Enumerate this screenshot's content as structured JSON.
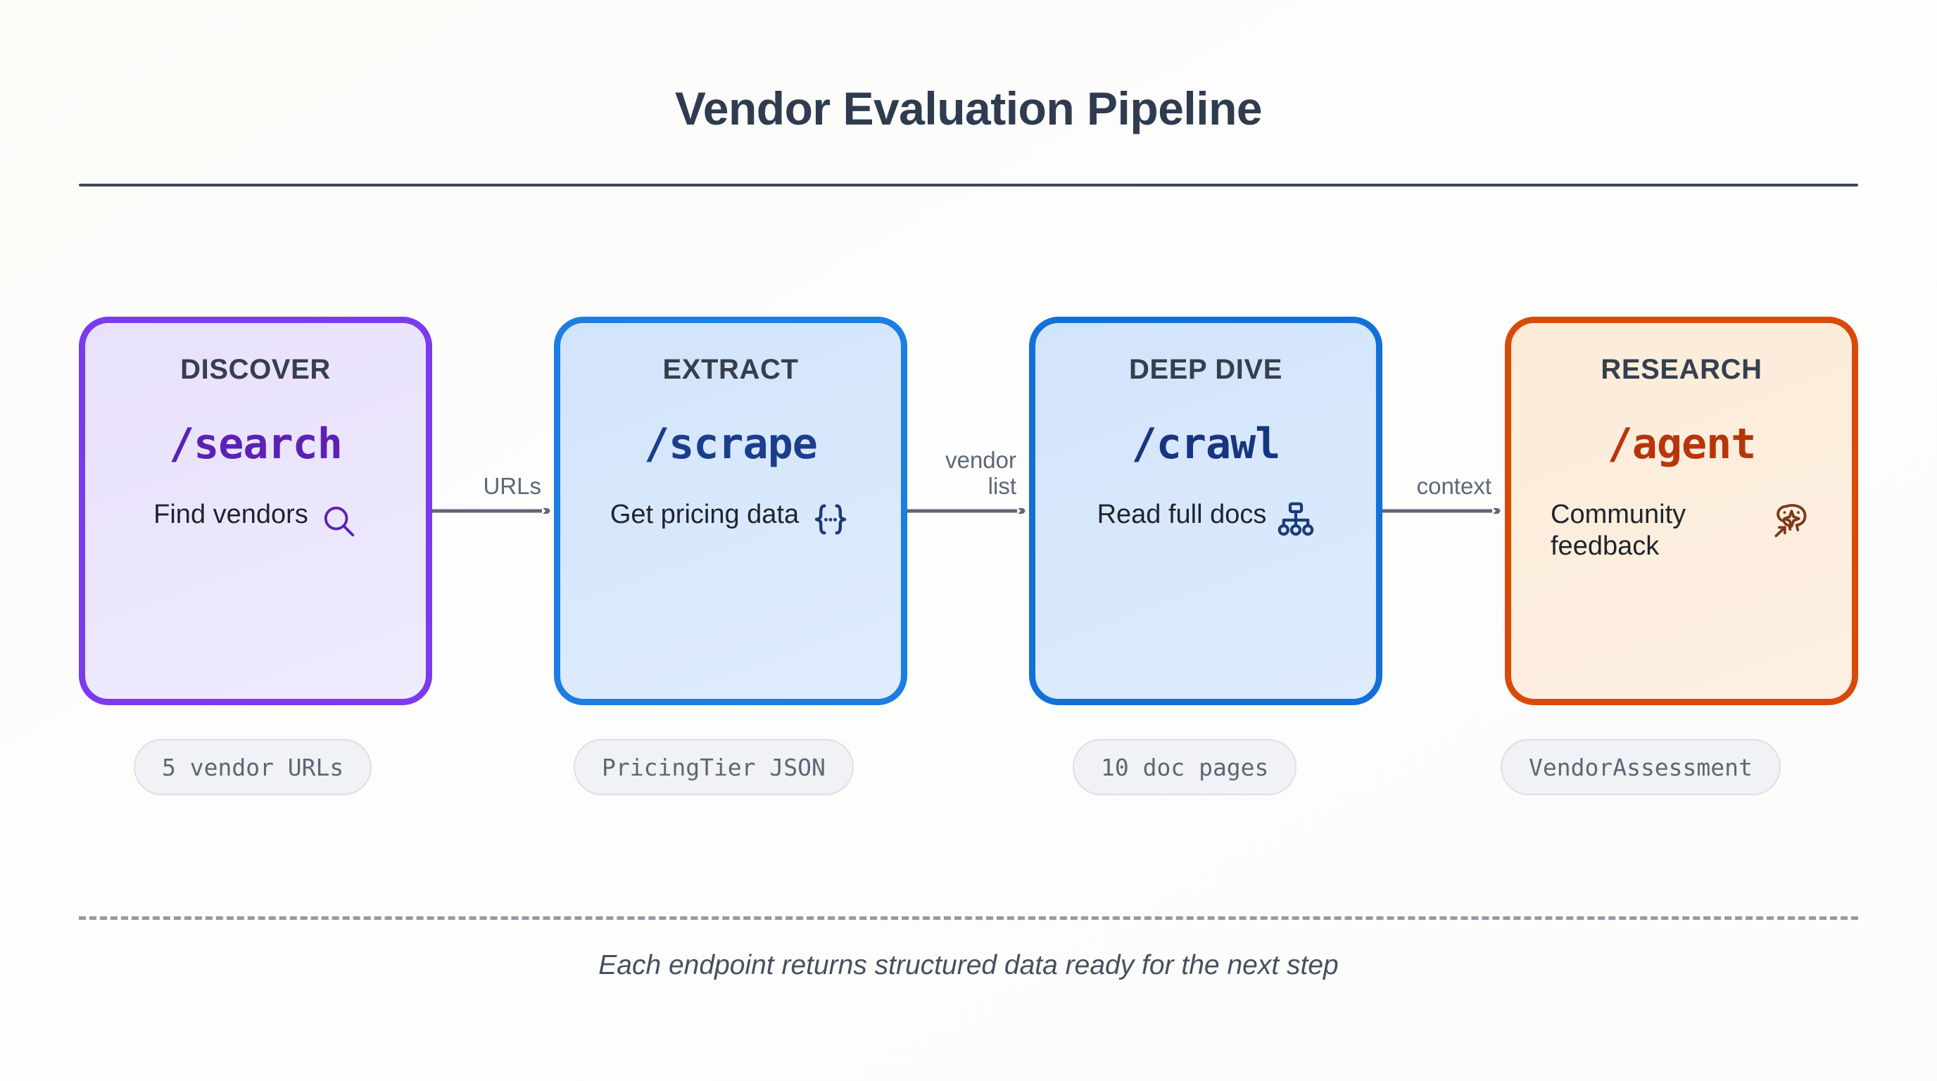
{
  "header": {
    "title": "Vendor Evaluation Pipeline"
  },
  "pipeline": {
    "stages": [
      {
        "kicker": "DISCOVER",
        "endpoint": "/search",
        "description": "Find vendors",
        "icon": "magnifier-icon",
        "output": "5 vendor URLs",
        "border_color": "#7C3AED",
        "bg_from": "#E8E1FB",
        "bg_to": "#EFEAFC",
        "endpoint_color": "#5B21B6",
        "icon_color": "#5B21B6"
      },
      {
        "kicker": "EXTRACT",
        "endpoint": "/scrape",
        "description": "Get pricing data",
        "icon": "json-braces-icon",
        "output": "PricingTier JSON",
        "border_color": "#1C7EE0",
        "bg_from": "#D2E4FB",
        "bg_to": "#DFECFD",
        "endpoint_color": "#1A3E8C",
        "icon_color": "#1C3C77"
      },
      {
        "kicker": "DEEP DIVE",
        "endpoint": "/crawl",
        "description": "Read full docs",
        "icon": "sitemap-icon",
        "output": "10 doc pages",
        "border_color": "#1270D8",
        "bg_from": "#D2E4FB",
        "bg_to": "#DEEBFD",
        "endpoint_color": "#17357E",
        "icon_color": "#1C3C77"
      },
      {
        "kicker": "RESEARCH",
        "endpoint": "/agent",
        "description": "Community feedback",
        "icon": "brain-sparkle-icon",
        "output": "VendorAssessment",
        "border_color": "#D94A09",
        "bg_from": "#FCEBD8",
        "bg_to": "#FDF0E2",
        "endpoint_color": "#B8350B",
        "icon_color": "#7A3A1B"
      }
    ],
    "connectors": [
      {
        "label": "URLs"
      },
      {
        "label": "vendor\nlist"
      },
      {
        "label": "context"
      }
    ],
    "arrow_color": "#5d6776"
  },
  "footer": {
    "note": "Each endpoint returns structured data ready for the next step"
  }
}
